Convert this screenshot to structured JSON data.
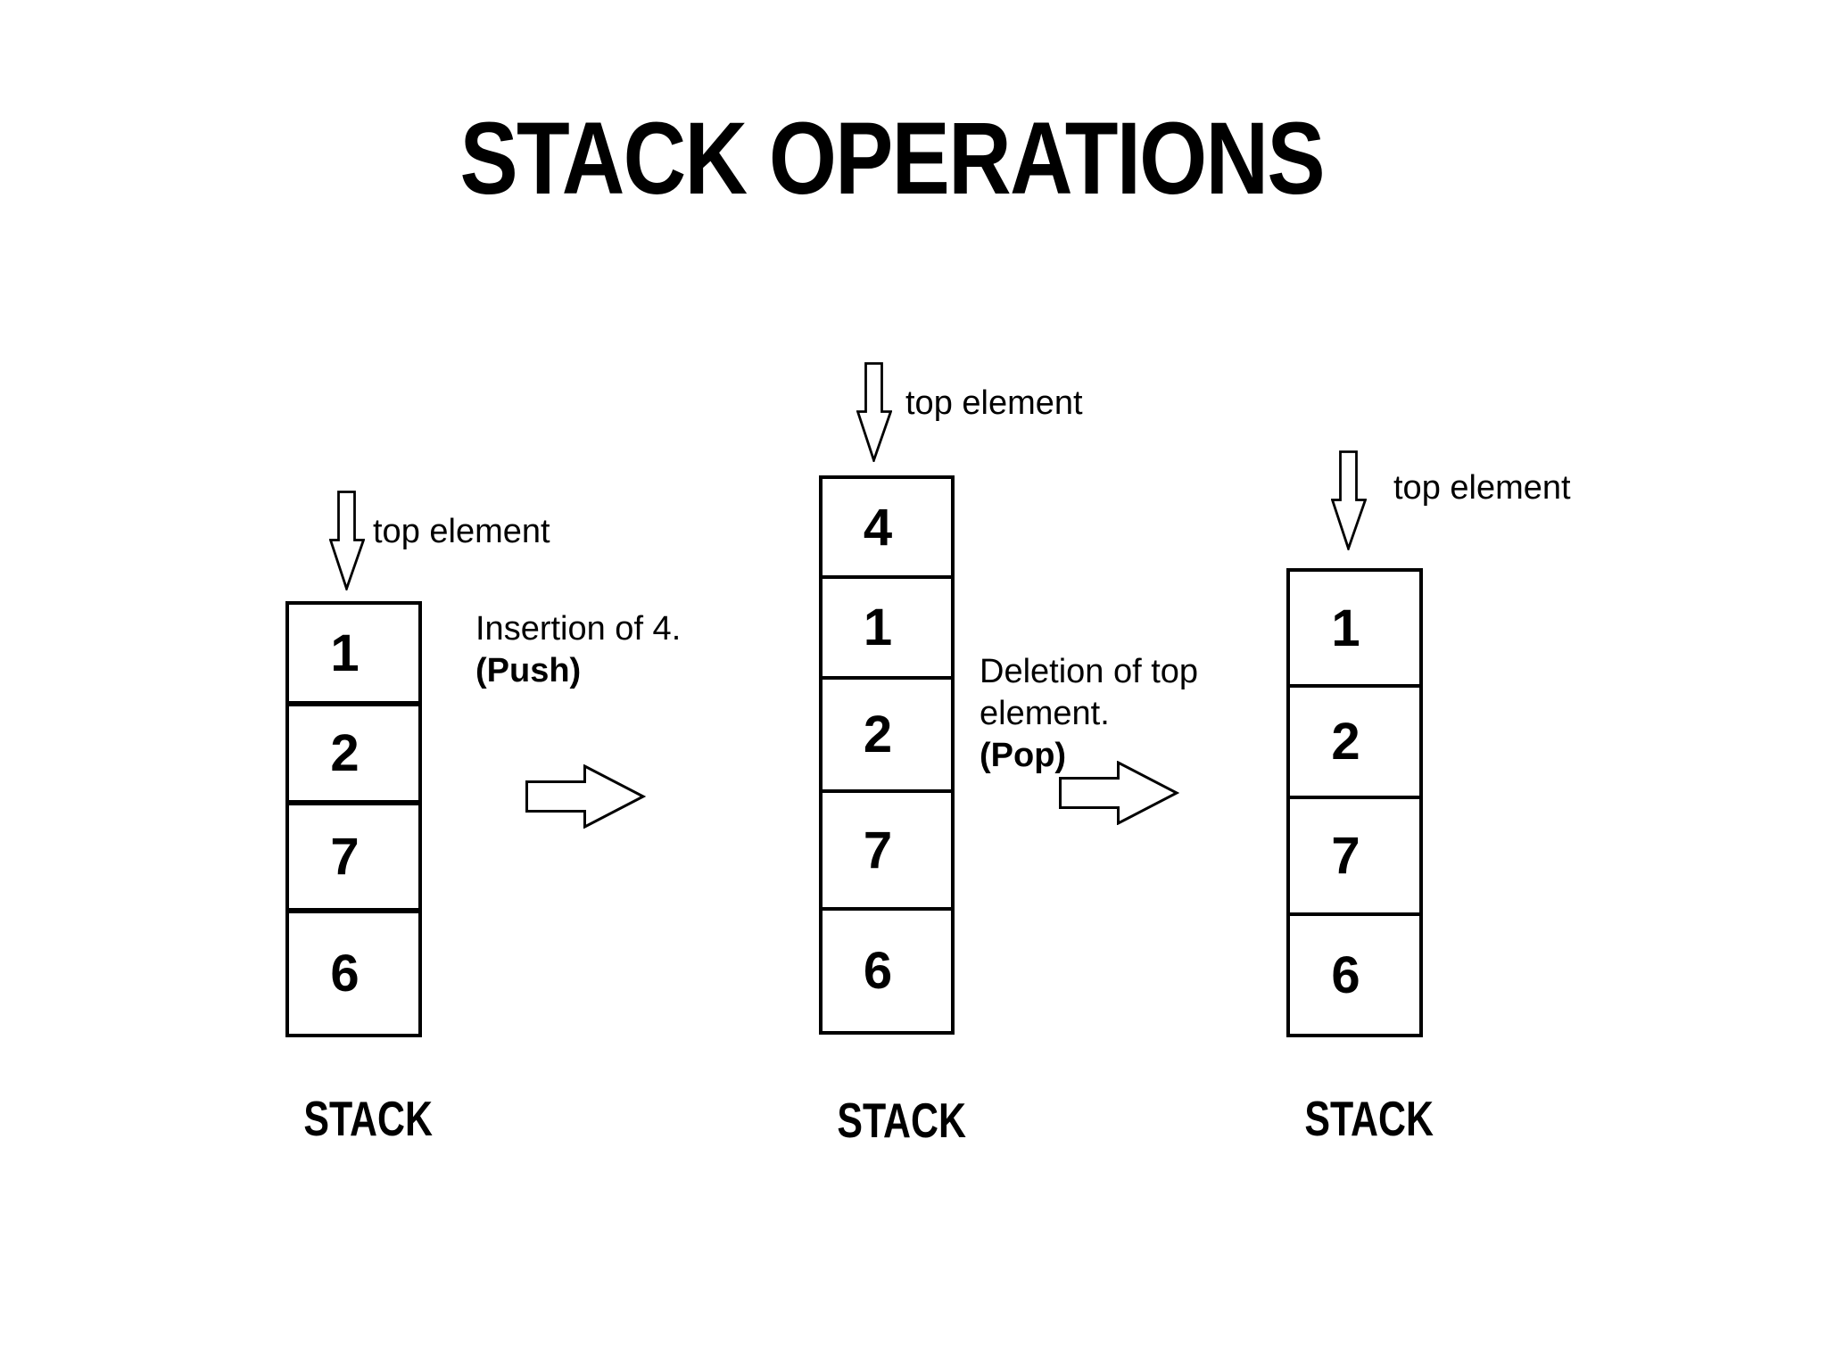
{
  "title": "STACK OPERATIONS",
  "stacks": [
    {
      "top_label": "top element",
      "cells": [
        "1",
        "2",
        "7",
        "6"
      ],
      "caption": "STACK"
    },
    {
      "top_label": "top element",
      "cells": [
        "4",
        "1",
        "2",
        "7",
        "6"
      ],
      "caption": "STACK"
    },
    {
      "top_label": "top element",
      "cells": [
        "1",
        "2",
        "7",
        "6"
      ],
      "caption": "STACK"
    }
  ],
  "operations": {
    "push": {
      "line1": "Insertion of 4.",
      "line2": "(Push)"
    },
    "pop": {
      "line1": "Deletion of top",
      "line2": "element.",
      "line3": "(Pop)"
    }
  },
  "colors": {
    "ink": "#000000",
    "background": "#ffffff"
  }
}
